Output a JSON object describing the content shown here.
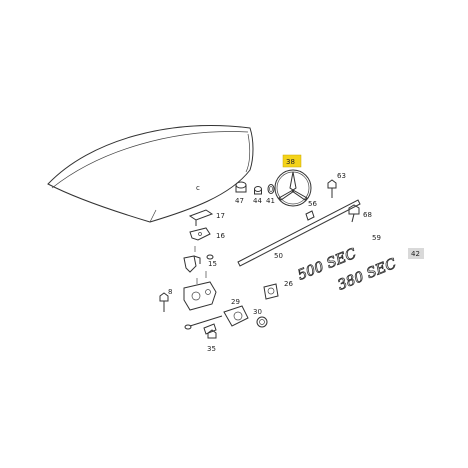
{
  "callouts": {
    "c38": "38",
    "c63": "63",
    "c47": "47",
    "c44": "44",
    "c41": "41",
    "c56": "56",
    "c68": "68",
    "c17": "17",
    "c16": "16",
    "c15": "15",
    "c50": "50",
    "c59": "59",
    "c42": "42",
    "c26": "26",
    "c8": "8",
    "c29": "29",
    "c30": "30",
    "c35": "35",
    "c_small": "c"
  },
  "emblems": {
    "e500": "500 SEC",
    "e380": "380 SEC"
  },
  "colors": {
    "highlight": "#f4d31a",
    "box": "#d9d9d9",
    "stroke": "#333333"
  }
}
